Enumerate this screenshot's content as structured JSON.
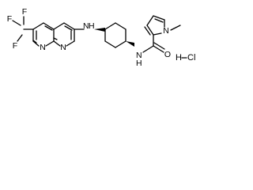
{
  "molecule": {
    "cf3_label": "F",
    "cf3_f_top_left": "F",
    "cf3_f_top_right": "F",
    "cf3_f_bottom": "F",
    "ring_n1": "N",
    "ring_n2": "N",
    "amine_n": "N",
    "amine_h": "H",
    "amide_n": "N",
    "amide_h": "H",
    "carbonyl_o": "O",
    "pyrrole_n": "N",
    "salt": "HCl",
    "salt_h": "H",
    "salt_cl": "Cl"
  },
  "colors": {
    "ink": "#000000",
    "background": "#ffffff"
  }
}
